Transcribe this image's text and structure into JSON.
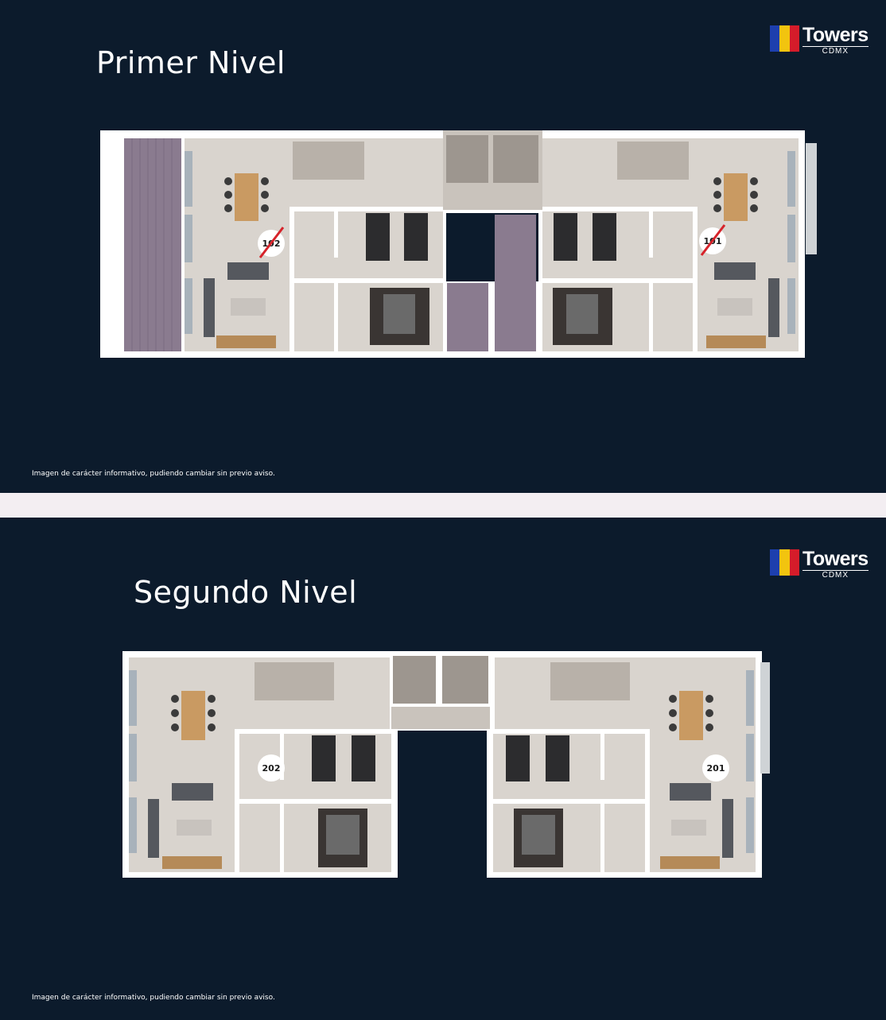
{
  "brand": {
    "name": "Towers",
    "sub": "CDMX",
    "colors": [
      "#1d3fae",
      "#f2c40f",
      "#d51c2a"
    ]
  },
  "slides": [
    {
      "title": "Primer Nivel",
      "disclaimer": "Imagen de carácter informativo, pudiendo cambiar sin previo aviso.",
      "units": [
        {
          "label": "102",
          "status": "sold"
        },
        {
          "label": "101",
          "status": "sold"
        }
      ]
    },
    {
      "title": "Segundo Nivel",
      "disclaimer": "Imagen de carácter informativo, pudiendo cambiar sin previo aviso.",
      "units": [
        {
          "label": "202",
          "status": "available"
        },
        {
          "label": "201",
          "status": "available"
        }
      ]
    }
  ],
  "colors": {
    "background": "#0c1b2c",
    "separator": "#f3eef2",
    "floor": "#d9d4ce",
    "wall": "#ffffff",
    "terrace": "#8a7b8f",
    "sold_mark": "#d6232a"
  }
}
